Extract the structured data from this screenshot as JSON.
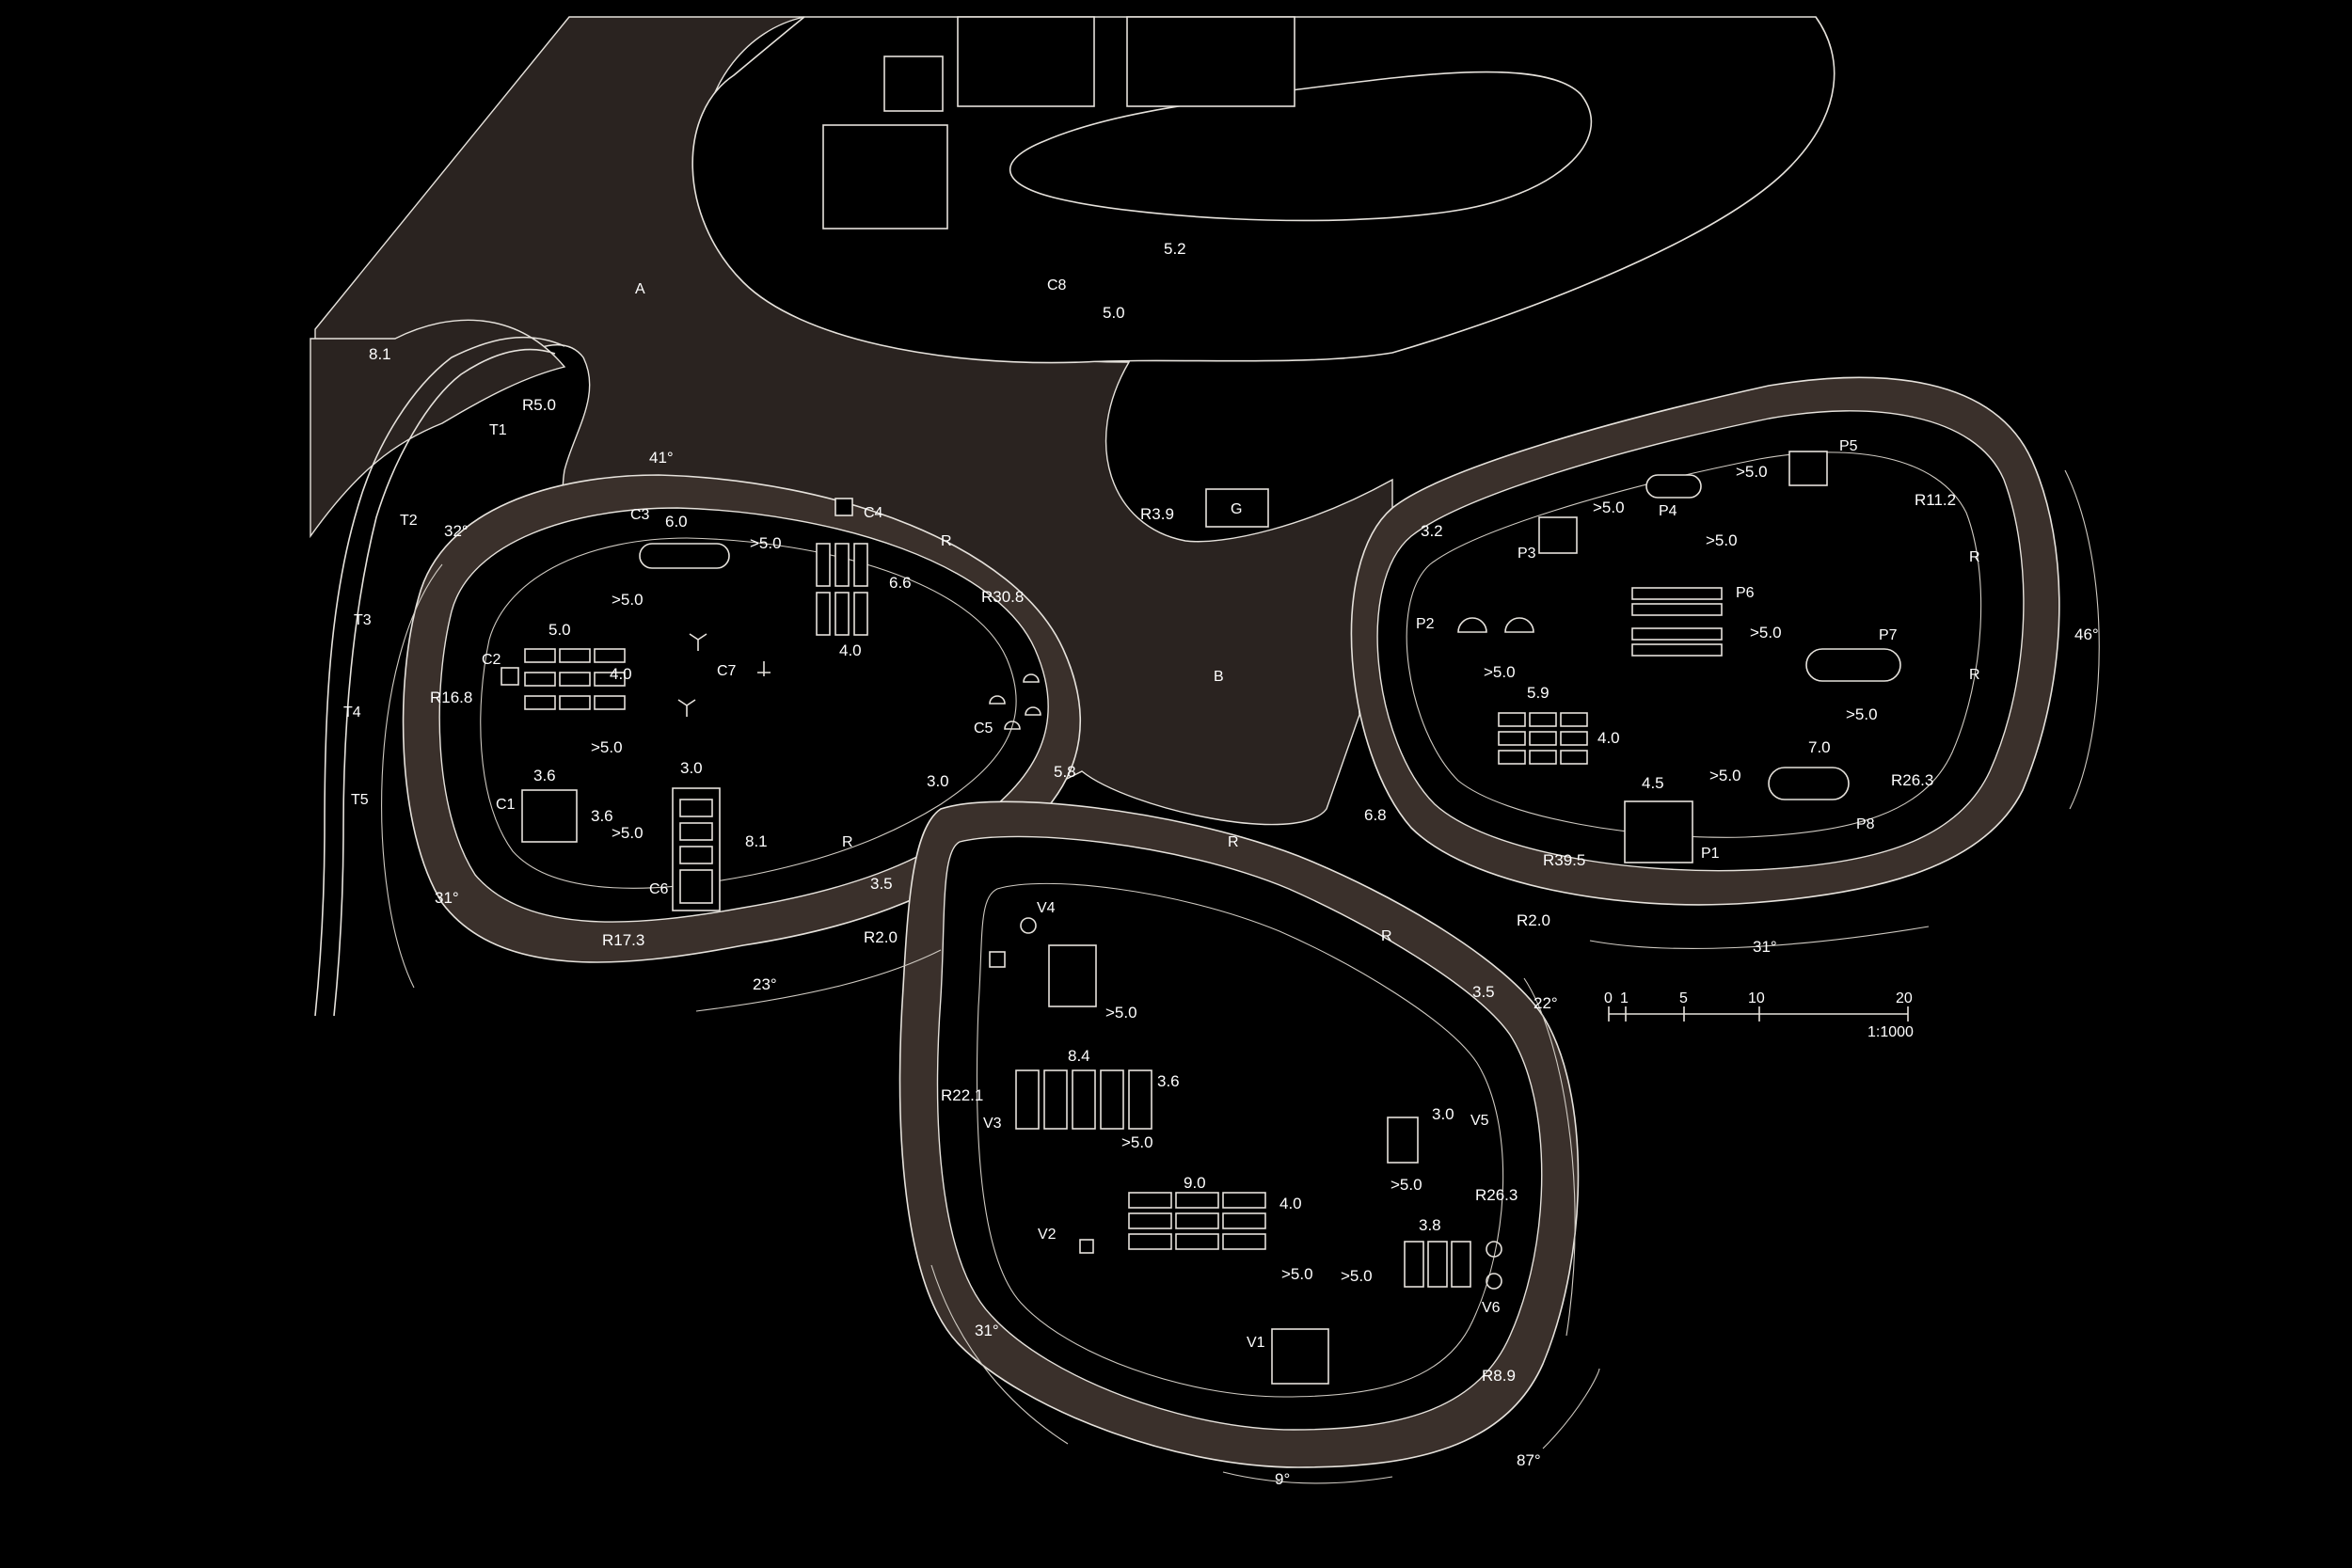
{
  "colors": {
    "background": "#000000",
    "ground": "#2a2320",
    "line": "#e6e2dc",
    "ring": "#3a302b"
  },
  "zones": {
    "a": "A",
    "b": "B",
    "r": "R"
  },
  "labels": {
    "c1": "C1",
    "c2": "C2",
    "c3": "C3",
    "c4": "C4",
    "c5": "C5",
    "c6": "C6",
    "c7": "C7",
    "c8": "C8",
    "g": "G",
    "t1": "T1",
    "t2": "T2",
    "t3": "T3",
    "t4": "T4",
    "t5": "T5",
    "p1": "P1",
    "p2": "P2",
    "p3": "P3",
    "p4": "P4",
    "p5": "P5",
    "p6": "P6",
    "p7": "P7",
    "p8": "P8",
    "v1": "V1",
    "v2": "V2",
    "v3": "V3",
    "v4": "V4",
    "v5": "V5",
    "v6": "V6"
  },
  "dimensions": {
    "d_8_1": "8.1",
    "d_r5_0": "R5.0",
    "d_32deg": "32°",
    "d_41deg": "41°",
    "d_6_0": "6.0",
    "d_gt5_c3": ">5.0",
    "d_6_6": "6.6",
    "d_r30_8": "R30.8",
    "d_gt5_c2": ">5.0",
    "d_5_0_c2": "5.0",
    "d_4_0_c2": "4.0",
    "d_4_0_c4": "4.0",
    "d_r16_8": "R16.8",
    "d_gt5_c1v": ">5.0",
    "d_3_6_c1": "3.6",
    "d_3_6_c1b": "3.6",
    "d_gt5_c1h": ">5.0",
    "d_3_0_c6": "3.0",
    "d_8_1_c6": "8.1",
    "d_3_0_c5": "3.0",
    "d_5_8": "5.8",
    "d_3_5_left": "3.5",
    "d_r2_0_left": "R2.0",
    "d_r17_3": "R17.3",
    "d_23deg": "23°",
    "d_31deg_left": "31°",
    "d_5_2": "5.2",
    "d_5_0_c8": "5.0",
    "d_r3_9": "R3.9",
    "d_3_2": "3.2",
    "d_gt5_p3": ">5.0",
    "d_gt5_p5": ">5.0",
    "d_gt5_p4v": ">5.0",
    "d_r11_2": "R11.2",
    "d_46deg": "46°",
    "d_gt5_p6": ">5.0",
    "d_gt5_p2": ">5.0",
    "d_5_9": "5.9",
    "d_4_0_p": "4.0",
    "d_gt5_p7": ">5.0",
    "d_7_0": "7.0",
    "d_4_5": "4.5",
    "d_gt5_p1": ">5.0",
    "d_r26_3_right": "R26.3",
    "d_r39_5": "R39.5",
    "d_6_8": "6.8",
    "d_r2_0_right": "R2.0",
    "d_31deg_right": "31°",
    "d_3_5_right": "3.5",
    "d_22deg": "22°",
    "d_gt5_v4": ">5.0",
    "d_8_4": "8.4",
    "d_3_6_v": "3.6",
    "d_r22_1": "R22.1",
    "d_gt5_v3": ">5.0",
    "d_9_0": "9.0",
    "d_4_0_v": "4.0",
    "d_3_0_v5": "3.0",
    "d_gt5_v5": ">5.0",
    "d_3_8": "3.8",
    "d_r26_3_bottom": "R26.3",
    "d_gt5_v1": ">5.0",
    "d_gt5_v1h": ">5.0",
    "d_31deg_bottom": "31°",
    "d_r8_9": "R8.9",
    "d_9deg": "9°",
    "d_87deg": "87°"
  },
  "scale_bar": {
    "ticks": [
      "0",
      "1",
      "5",
      "10",
      "20"
    ],
    "ratio": "1:1000"
  }
}
